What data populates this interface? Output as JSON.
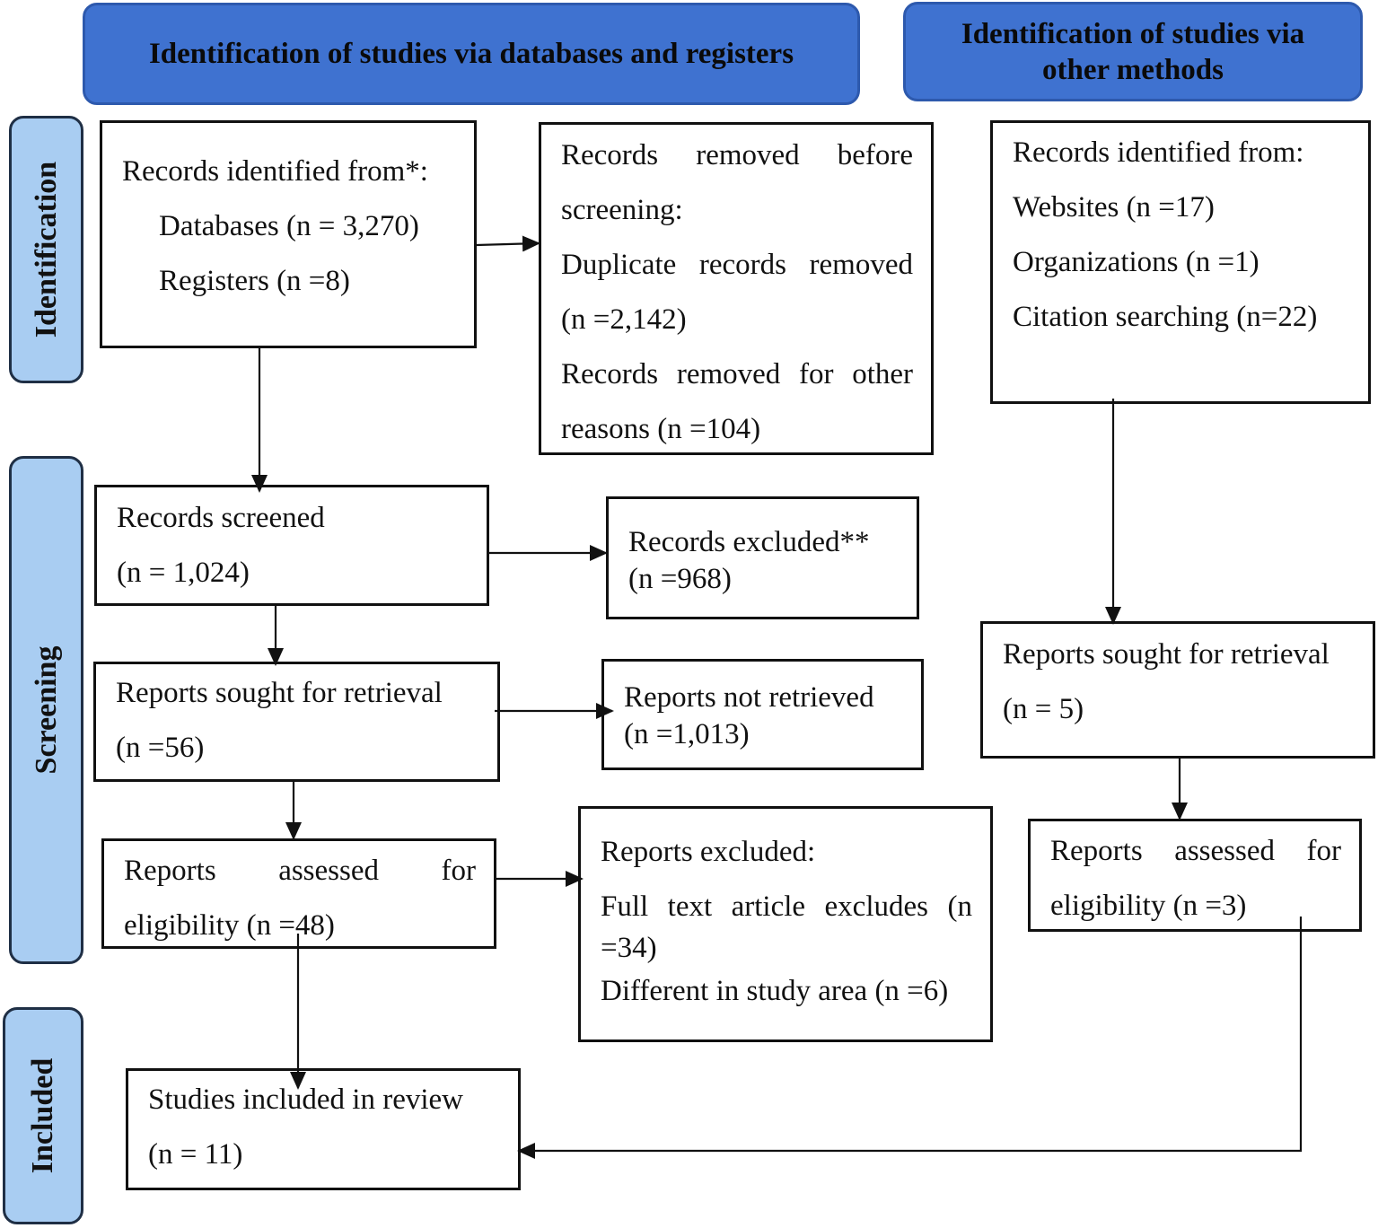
{
  "headers": {
    "databases": "Identification of studies via databases and registers",
    "other_line1": "Identification of studies via",
    "other_line2": "other methods"
  },
  "sidebars": {
    "identification": "Identification",
    "screening": "Screening",
    "included": "Included"
  },
  "boxes": {
    "records_identified": {
      "title": "Records identified from*:",
      "databases": "Databases (n = 3,270)",
      "registers": "Registers (n =8)"
    },
    "records_removed": {
      "line1_words": [
        "Records",
        "removed",
        "before"
      ],
      "line2": "screening:",
      "line3_words": [
        "Duplicate",
        "records",
        "removed"
      ],
      "line4": "(n =2,142)",
      "line5_words": [
        "Records",
        "removed",
        "for",
        "other"
      ],
      "line6": "reasons (n =104)"
    },
    "other_identified": {
      "title": "Records identified from:",
      "websites": "Websites (n =17)",
      "organizations": "Organizations (n =1)",
      "citation": "Citation searching (n=22)"
    },
    "records_screened": {
      "label": "Records screened",
      "count": "(n = 1,024)"
    },
    "records_excluded": {
      "label": "Records excluded**",
      "count": "(n =968)"
    },
    "reports_sought": {
      "label": "Reports sought for retrieval",
      "count": "(n =56)"
    },
    "reports_not_retrieved": {
      "label": "Reports not retrieved",
      "count": "(n =1,013)"
    },
    "reports_assessed": {
      "line1_words": [
        "Reports",
        "assessed",
        "for"
      ],
      "line2": "eligibility (n =48)"
    },
    "reports_excluded": {
      "title": "Reports excluded:",
      "line2_words": [
        "Full",
        "text",
        "article",
        "excludes",
        "(n"
      ],
      "line3": "=34)",
      "line4": "Different in study area (n =6)"
    },
    "other_sought": {
      "label": "Reports sought for retrieval",
      "count": "(n = 5)"
    },
    "other_assessed": {
      "line1_words": [
        "Reports",
        "assessed",
        "for"
      ],
      "line2": "eligibility (n =3)"
    },
    "studies_included": {
      "label": "Studies included in review",
      "count": "(n = 11)"
    }
  },
  "colors": {
    "header_fill": "#3f72d0",
    "sidebar_fill": "#a9cdf2",
    "border": "#111111"
  }
}
